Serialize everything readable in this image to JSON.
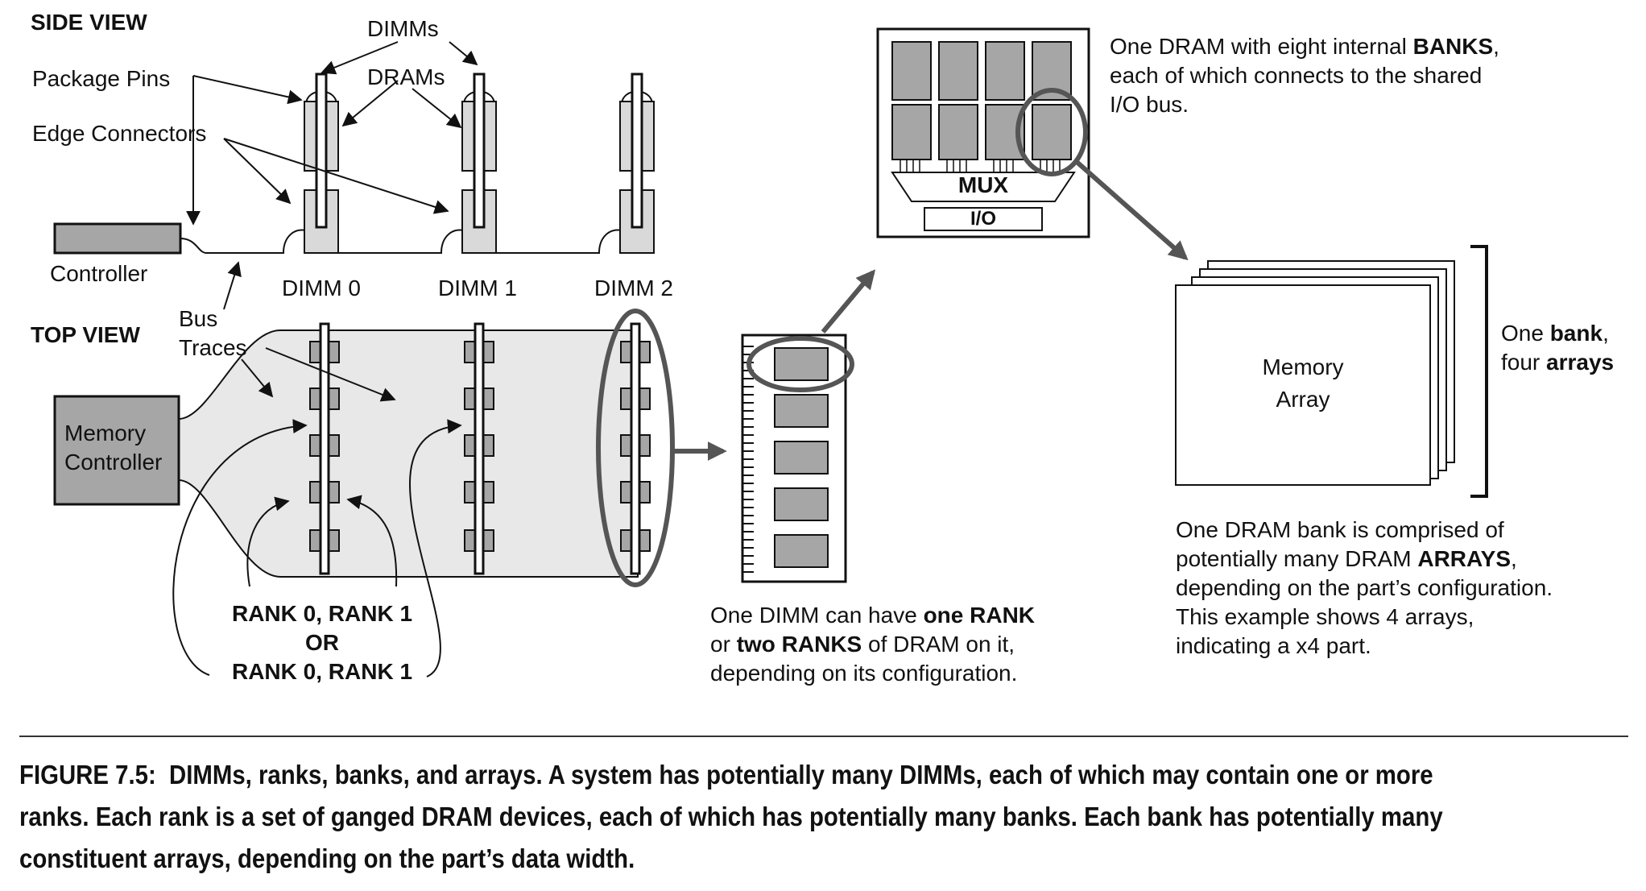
{
  "side_view": {
    "title": "SIDE VIEW",
    "dimms_label": "DIMMs",
    "drams_label": "DRAMs",
    "package_pins_label": "Package Pins",
    "edge_connectors_label": "Edge Connectors",
    "controller_label": "Controller",
    "dimm_labels": [
      "DIMM 0",
      "DIMM 1",
      "DIMM 2"
    ]
  },
  "top_view": {
    "title": "TOP VIEW",
    "bus_traces_label": [
      "Bus",
      "Traces"
    ],
    "memory_controller_label": [
      "Memory",
      "Controller"
    ],
    "rank_labels": [
      "RANK 0, RANK 1",
      "OR",
      "RANK 0, RANK 1"
    ]
  },
  "dram_chip": {
    "mux_label": "MUX",
    "io_label": "I/O",
    "description": {
      "line1_pre": "One DRAM with eight internal ",
      "line1_bold": "BANKS",
      "line1_post": ",",
      "line2": "each of which connects to the shared",
      "line3": "I/O bus."
    }
  },
  "dimm_detail": {
    "line1_pre": "One DIMM can have ",
    "line1_bold": "one RANK",
    "line2_pre": "or ",
    "line2_bold": "two RANKS",
    "line2_post": " of DRAM on it,",
    "line3": "depending on its configuration."
  },
  "bank_detail": {
    "memory_array_label": [
      "Memory",
      "Array"
    ],
    "bracket_line1_pre": "One ",
    "bracket_line1_bold": "bank",
    "bracket_line1_post": ",",
    "bracket_line2_pre": "four ",
    "bracket_line2_bold": "arrays",
    "desc_line1": "One DRAM bank is comprised of",
    "desc_line2_pre": "potentially many DRAM ",
    "desc_line2_bold": "ARRAYS",
    "desc_line2_post": ",",
    "desc_line3": "depending on the part’s configuration.",
    "desc_line4": "This example shows 4 arrays,",
    "desc_line5": "indicating a x4 part."
  },
  "caption": {
    "figure_label": "FIGURE 7.5:",
    "text": "DIMMs, ranks, banks, and arrays. A system has potentially many DIMMs, each of which may contain one or more ranks. Each rank is a set of ganged DRAM devices, each of which has potentially many banks. Each bank has potentially many constituent arrays, depending on the part’s data width."
  },
  "colors": {
    "chip_fill": "#a6a6a6",
    "light_fill": "#d9d9d9",
    "bus_fill": "#e8e8e8",
    "highlight": "#5a5a5a",
    "ink": "#111111"
  }
}
